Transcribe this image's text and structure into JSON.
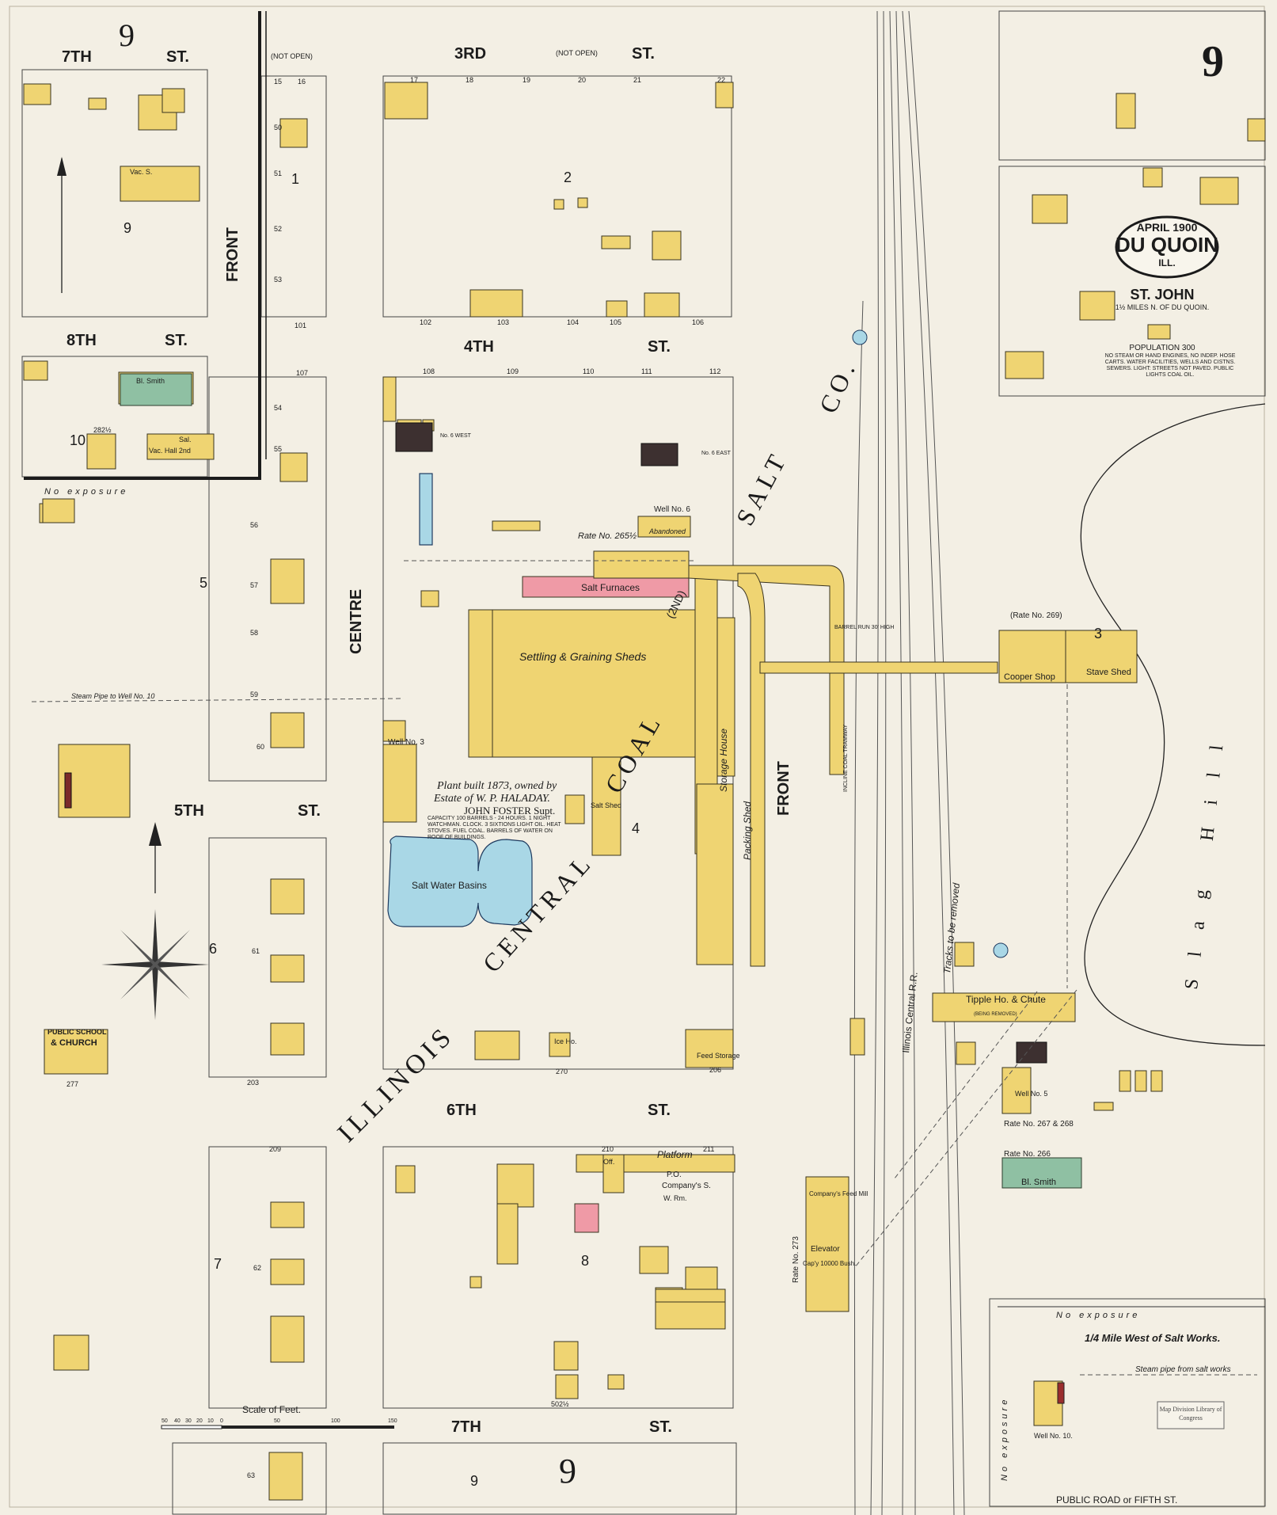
{
  "sheet": {
    "number": "9",
    "date": "APRIL 1900",
    "town": "DU QUOIN",
    "state": "ILL."
  },
  "inset_st_john": {
    "title": "ST. JOHN",
    "subtitle": "1½ MILES N. OF DU QUOIN.",
    "population": "POPULATION 300",
    "notes": "NO STEAM OR HAND ENGINES, NO INDEP. HOSE CARTS. WATER FACILITIES, WELLS AND CISTNS. SEWERS. LIGHT: STREETS NOT PAVED. PUBLIC LIGHTS COAL OIL."
  },
  "streets": {
    "seventh_top": "7TH",
    "third": "3RD",
    "fourth": "4TH",
    "eighth": "8TH",
    "fifth": "5TH",
    "sixth": "6TH",
    "seventh_bottom": "7TH",
    "st": "ST.",
    "front_left": "FRONT",
    "front_right": "FRONT",
    "centre": "CENTRE",
    "not_open": "(NOT OPEN)",
    "no_exposure": "No exposure",
    "public_road": "PUBLIC ROAD or FIFTH ST."
  },
  "company": {
    "name_parts": [
      "ILLINOIS",
      "CENTRAL",
      "COAL",
      "SALT",
      "CO."
    ],
    "ownership": "(2ND)",
    "plant_note_line1": "Plant built 1873, owned by",
    "plant_note_line2": "Estate of W. P. HALADAY.",
    "plant_note_line3": "JOHN FOSTER Supt.",
    "capacity_note": "CAPACITY 100 BARRELS - 24 HOURS. 1 NIGHT WATCHMAN. CLOCK. 3 SIXTIONS LIGHT OIL. HEAT STOVES. FUEL COAL. BARRELS OF WATER ON ROOF OF BUILDINGS.",
    "rate": "Rate No. 265½"
  },
  "labels": {
    "salt_furnaces": "Salt Furnaces",
    "settling_sheds": "Settling & Graining Sheds",
    "salt_basins": "Salt Water Basins",
    "storage_house": "Storage House",
    "packing_shed": "Packing Shed",
    "salt_shed": "Salt Shed",
    "well_6": "Well No. 6",
    "abandoned": "Abandoned",
    "well_3": "Well No. 3",
    "no6_west": "No. 6 WEST",
    "no6_east": "No. 6 EAST",
    "cooper_shop": "Cooper Shop",
    "stave_shed": "Stave Shed",
    "tipple": "Tipple Ho. & Chute",
    "tipple_note": "(BEING REMOVED)",
    "rate_269": "(Rate No. 269)",
    "rate_266": "Rate No. 266",
    "rate_267": "Rate No. 267 & 268",
    "rate_273": "Rate No. 273",
    "bl_smith": "Bl. Smith",
    "bl_smith_right": "Bl. Smith",
    "feed_mill": "Company's Feed Mill",
    "elevator": "Elevator",
    "elevator_cap": "Cap'y 10000 Bush.",
    "platform": "Platform",
    "po": "P.O.",
    "company_s": "Company's S.",
    "w_rm": "W. Rm.",
    "off": "Off.",
    "feed_storage": "Feed Storage",
    "ice_ho": "Ice Ho.",
    "public_school": "PUBLIC SCHOOL",
    "church": "& CHURCH",
    "vac_hall": "Vac. Hall 2nd",
    "sal": "Sal.",
    "vac_s": "Vac. S.",
    "well_5": "Well No. 5",
    "well_10": "Well No. 10.",
    "steam_pipe": "Steam Pipe to Well No. 10",
    "steam_pipe_works": "Steam pipe from salt works",
    "illinois_central_rr": "Illinois Central R.R.",
    "tracks_removed": "Tracks to be removed",
    "inset_title": "1/4 Mile West of Salt Works.",
    "slag_hill": "Slag Hill",
    "barrel_run": "BARREL RUN 30' HIGH",
    "incline_tramway": "INCLINE COAL TRAMWAY",
    "scale": "Scale of Feet.",
    "stamp": "Map Division Library of Congress"
  },
  "block_numbers": [
    "1",
    "2",
    "3",
    "4",
    "5",
    "6",
    "7",
    "8",
    "9",
    "9",
    "10"
  ],
  "scale_ticks": [
    "50",
    "40",
    "30",
    "20",
    "10",
    "0",
    "50",
    "100",
    "150"
  ],
  "address_numbers": [
    "15",
    "16",
    "17",
    "18",
    "19",
    "20",
    "21",
    "22",
    "101",
    "102",
    "103",
    "104",
    "105",
    "106",
    "107",
    "108",
    "109",
    "110",
    "111",
    "112",
    "50",
    "51",
    "52",
    "53",
    "54",
    "55",
    "56",
    "57",
    "58",
    "59",
    "60",
    "61",
    "62",
    "63",
    "203",
    "206",
    "209",
    "210",
    "211",
    "270",
    "277",
    "282½",
    "502½"
  ],
  "colors": {
    "frame_brick": "#efd472",
    "brick": "#ef9aa6",
    "stone": "#8fc0a3",
    "water": "#a9d7e6",
    "paper": "#f3efe4"
  }
}
